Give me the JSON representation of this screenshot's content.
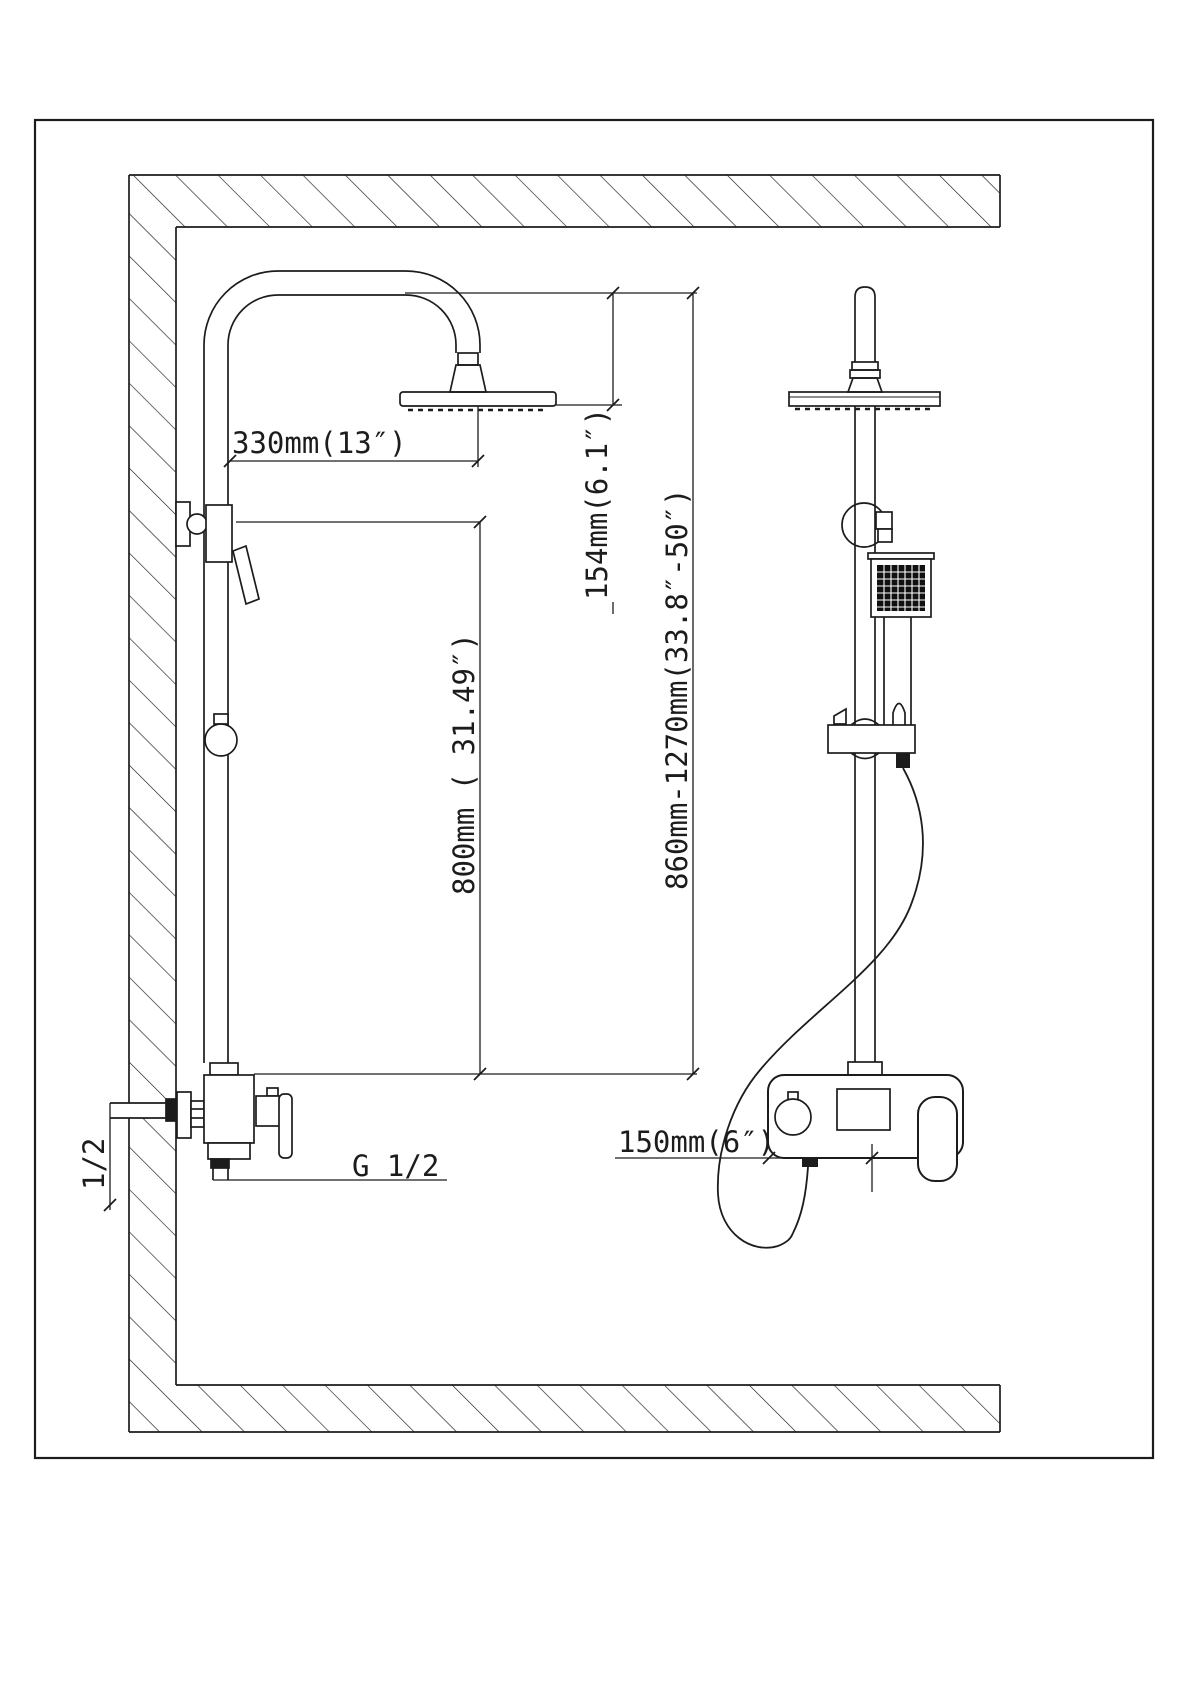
{
  "drawing": {
    "colors": {
      "line": "#1c1c1c",
      "background": "#ffffff"
    },
    "labels": {
      "dim_arm_reach": "330mm(13″)",
      "dim_head_drop": "154mm(6.1″)",
      "dim_riser_height": "800mm ( 31.49″)",
      "dim_adjustable_height": "860mm-1270mm(33.8″-50″)",
      "dim_inlet_spacing": "150mm(6″)",
      "outlet_thread_label": "G 1/2",
      "inlet_thread_label": "1/2"
    }
  }
}
